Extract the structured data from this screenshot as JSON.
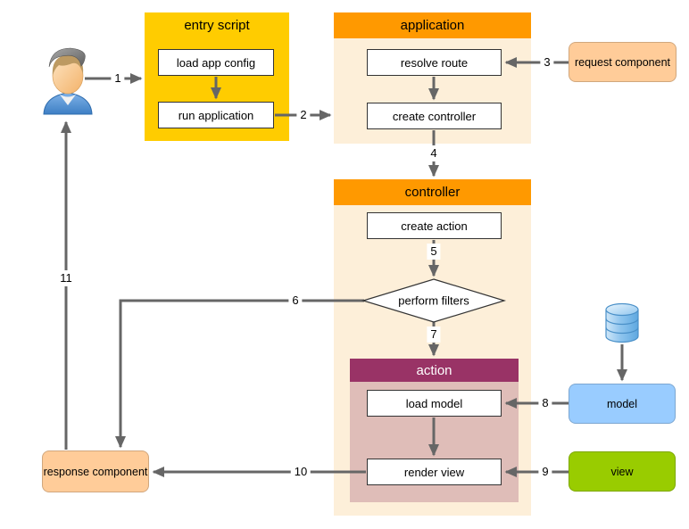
{
  "nodes": {
    "user": {
      "icon": "person-icon"
    },
    "entry_script": {
      "title": "entry script",
      "load_app_config": "load app config",
      "run_application": "run application"
    },
    "application": {
      "title": "application",
      "resolve_route": "resolve route",
      "create_controller": "create controller"
    },
    "request_component": {
      "label": "request component"
    },
    "controller": {
      "title": "controller",
      "create_action": "create action",
      "perform_filters": "perform filters"
    },
    "action": {
      "title": "action",
      "load_model": "load model",
      "render_view": "render view"
    },
    "database": {
      "icon": "database-icon"
    },
    "model": {
      "label": "model"
    },
    "view": {
      "label": "view"
    },
    "response_component": {
      "label": "response component"
    }
  },
  "edges": [
    {
      "n": "1",
      "from": "user",
      "to": "entry script"
    },
    {
      "n": "2",
      "from": "run application",
      "to": "application"
    },
    {
      "n": "3",
      "from": "request component",
      "to": "resolve route"
    },
    {
      "n": "4",
      "from": "create controller",
      "to": "controller"
    },
    {
      "n": "5",
      "from": "create action",
      "to": "perform filters"
    },
    {
      "n": "6",
      "from": "perform filters",
      "to": "response component"
    },
    {
      "n": "7",
      "from": "perform filters",
      "to": "action"
    },
    {
      "n": "8",
      "from": "model",
      "to": "load model"
    },
    {
      "n": "9",
      "from": "view",
      "to": "render view"
    },
    {
      "n": "10",
      "from": "render view",
      "to": "response component"
    },
    {
      "n": "11",
      "from": "response component",
      "to": "user"
    }
  ],
  "unlabeled_edges": [
    {
      "from": "load app config",
      "to": "run application"
    },
    {
      "from": "resolve route",
      "to": "create controller"
    },
    {
      "from": "load model",
      "to": "render view"
    },
    {
      "from": "database",
      "to": "model"
    }
  ],
  "colors": {
    "entry_script_fill": "#ffcc00",
    "container_header": "#ff9900",
    "container_body": "#fdefd9",
    "action_header": "#993366",
    "action_body": "#dfbdb8",
    "component_fill": "#ffcc99",
    "model_fill": "#99ccff",
    "view_fill": "#99cc00",
    "arrow": "#666666",
    "process_box_fill": "#ffffff"
  }
}
